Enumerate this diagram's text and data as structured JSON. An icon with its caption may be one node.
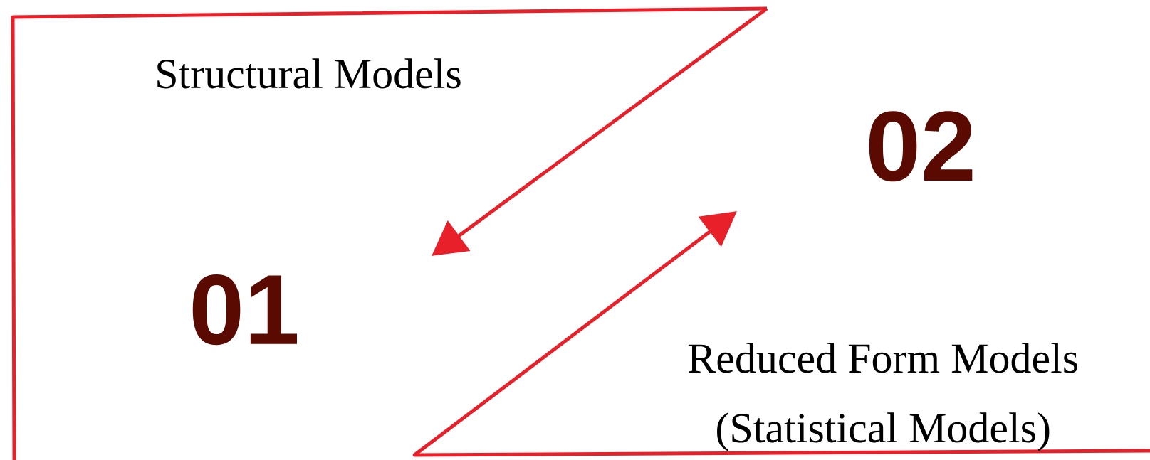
{
  "diagram": {
    "nodes": [
      {
        "text": [
          "Structural Models",
          "01"
        ]
      },
      {
        "text": [
          "02",
          "Reduced Form Models (Statistical Models)"
        ]
      }
    ],
    "edges": [
      {
        "from": null,
        "to": 0,
        "arrow": "to"
      },
      {
        "from": null,
        "to": 1,
        "arrow": "to"
      }
    ]
  }
}
